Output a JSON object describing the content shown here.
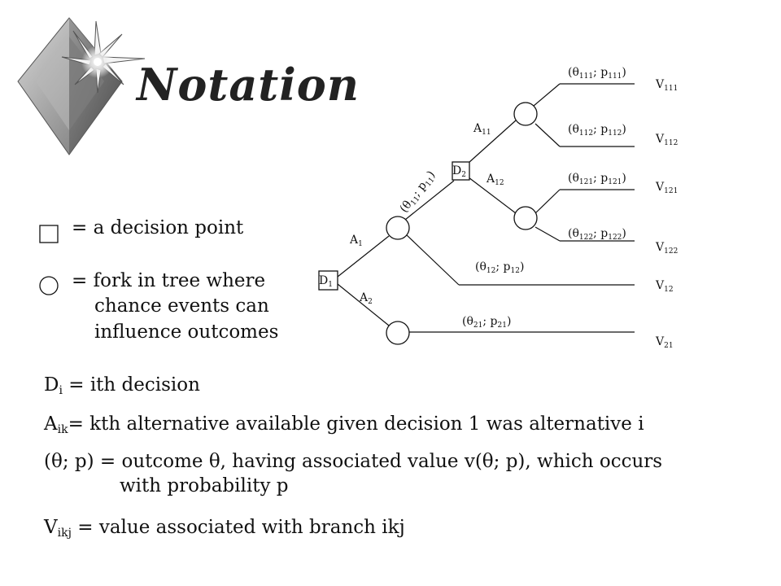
{
  "slide": {
    "title": "Notation"
  },
  "legend": {
    "decision_text": "= a decision point",
    "chance_line1": "= fork in tree where",
    "chance_line2": "chance events can",
    "chance_line3": "influence outcomes"
  },
  "definitions": {
    "d": {
      "sym": "D",
      "sub": "i",
      "text": " = ith decision"
    },
    "a": {
      "sym": "A",
      "sub": "ik",
      "text": "= kth alternative available given decision 1 was alternative i"
    },
    "theta": {
      "line1": "(θ; p) = outcome θ, having associated value v(θ; p), which occurs",
      "line2": "with probability p"
    },
    "v": {
      "sym": "V",
      "sub": "ikj",
      "text": " = value associated with branch ikj"
    }
  },
  "tree": {
    "d1": {
      "main": "D",
      "sub": "1"
    },
    "d2": {
      "main": "D",
      "sub": "2"
    },
    "a1": {
      "main": "A",
      "sub": "1"
    },
    "a2": {
      "main": "A",
      "sub": "2"
    },
    "a11": {
      "main": "A",
      "sub": "11"
    },
    "a12": {
      "main": "A",
      "sub": "12"
    },
    "o11": {
      "pre": "(θ",
      "s1": "11",
      "mid": "; p",
      "s2": "11",
      "post": ")"
    },
    "o12": {
      "pre": "(θ",
      "s1": "12",
      "mid": "; p",
      "s2": "12",
      "post": ")"
    },
    "o21": {
      "pre": "(θ",
      "s1": "21",
      "mid": "; p",
      "s2": "21",
      "post": ")"
    },
    "o111": {
      "pre": "(θ",
      "s1": "111",
      "mid": "; p",
      "s2": "111",
      "post": ")"
    },
    "o112": {
      "pre": "(θ",
      "s1": "112",
      "mid": "; p",
      "s2": "112",
      "post": ")"
    },
    "o121": {
      "pre": "(θ",
      "s1": "121",
      "mid": "; p",
      "s2": "121",
      "post": ")"
    },
    "o122": {
      "pre": "(θ",
      "s1": "122",
      "mid": "; p",
      "s2": "122",
      "post": ")"
    },
    "v111": {
      "main": "V",
      "sub": "111"
    },
    "v112": {
      "main": "V",
      "sub": "112"
    },
    "v121": {
      "main": "V",
      "sub": "121"
    },
    "v122": {
      "main": "V",
      "sub": "122"
    },
    "v12": {
      "main": "V",
      "sub": "12"
    },
    "v21": {
      "main": "V",
      "sub": "21"
    }
  }
}
